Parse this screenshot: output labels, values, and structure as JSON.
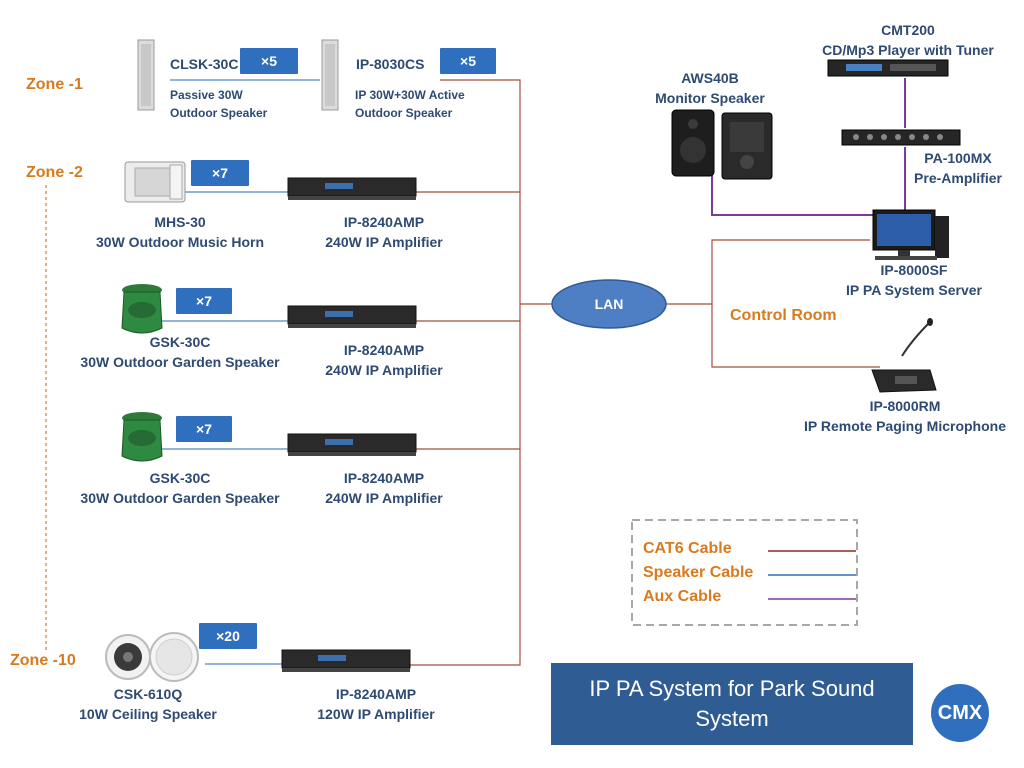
{
  "zones": {
    "zone1": "Zone -1",
    "zone2": "Zone -2",
    "zone10": "Zone -10"
  },
  "devices": {
    "clsk": {
      "model": "CLSK-30C",
      "qty": "×5",
      "desc1": "Passive  30W",
      "desc2": "Outdoor Speaker"
    },
    "ip8030": {
      "model": "IP-8030CS",
      "qty": "×5",
      "desc1": "IP 30W+30W Active",
      "desc2": "Outdoor Speaker"
    },
    "mhs": {
      "model": "MHS-30",
      "qty": "×7",
      "desc": "30W Outdoor Music Horn"
    },
    "gsk1": {
      "model": "GSK-30C",
      "qty": "×7",
      "desc": "30W Outdoor Garden Speaker"
    },
    "gsk2": {
      "model": "GSK-30C",
      "qty": "×7",
      "desc": "30W Outdoor Garden Speaker"
    },
    "csk": {
      "model": "CSK-610Q",
      "qty": "×20",
      "desc": "10W Ceiling Speaker"
    },
    "amp1": {
      "model": "IP-8240AMP",
      "desc": "240W IP Amplifier"
    },
    "amp2": {
      "model": "IP-8240AMP",
      "desc": "240W IP Amplifier"
    },
    "amp3": {
      "model": "IP-8240AMP",
      "desc": "240W IP Amplifier"
    },
    "amp4": {
      "model": "IP-8240AMP",
      "desc": "120W IP Amplifier"
    },
    "aws": {
      "model": "AWS40B",
      "desc": "Monitor Speaker"
    },
    "cmt": {
      "model": "CMT200",
      "desc": "CD/Mp3 Player with Tuner"
    },
    "pa": {
      "model": "PA-100MX",
      "desc": "Pre-Amplifier"
    },
    "server": {
      "model": "IP-8000SF",
      "desc": "IP PA System Server"
    },
    "mic": {
      "model": "IP-8000RM",
      "desc": "IP Remote Paging Microphone"
    }
  },
  "lan": "LAN",
  "control_room": "Control Room",
  "legend": {
    "items": [
      {
        "label": "CAT6 Cable",
        "color": "#8b2a2a"
      },
      {
        "label": "Speaker Cable",
        "color": "#2f6fbe"
      },
      {
        "label": "Aux Cable",
        "color": "#7a3c9a"
      }
    ]
  },
  "title": "IP PA System for Park Sound System",
  "logo": "CMX",
  "colors": {
    "cat6": "#a0523c",
    "speaker": "#4f86c6",
    "aux": "#7a3c9a",
    "label_blue": "#2e4a72",
    "accent_orange": "#d87a1e"
  }
}
